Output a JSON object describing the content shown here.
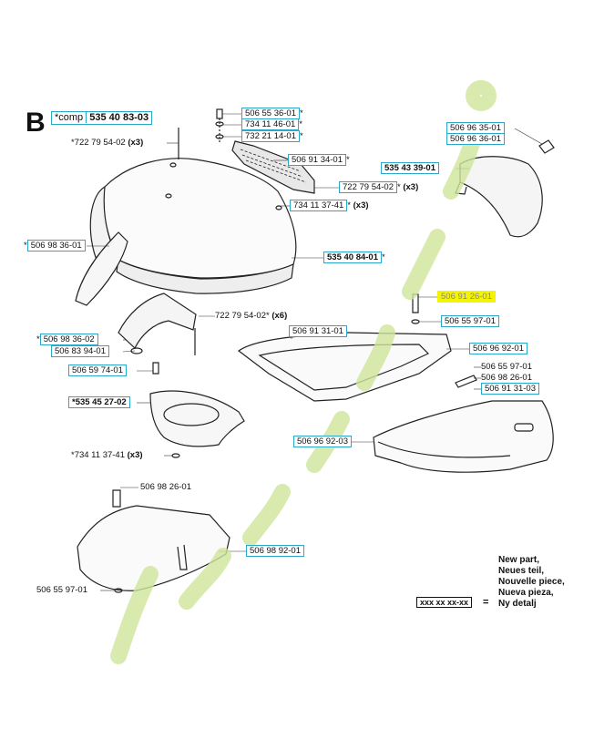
{
  "section": {
    "letter": "B"
  },
  "comp": {
    "prefix": "*comp",
    "number": "535 40 83-03"
  },
  "labels": {
    "l1": "506 55 36-01",
    "l1s": "*",
    "l2": "734 11 46-01",
    "l2s": "*",
    "l3": "732 21 14-01",
    "l3s": "*",
    "l4": "506 91 34-01",
    "l4s": "*",
    "l5": "722 79 54-02",
    "l5s": "*",
    "l5q": "(x3)",
    "l6": "734 11 37-41",
    "l6s": "*",
    "l6q": "(x3)",
    "l7": "*722 79 54-02",
    "l7q": "(x3)",
    "l8pre": "*",
    "l8": "506 98 36-01",
    "l9": "535 40 84-01",
    "l9s": "*",
    "l10": "506 96 35-01",
    "l11": "506 96 36-01",
    "l12": "535 43 39-01",
    "l13": "506 91 26-01",
    "l14": "506 55 97-01",
    "l15": "722 79 54-02",
    "l15s": "*",
    "l15q": "(x6)",
    "l16": "506 91 31-01",
    "l17pre": "*",
    "l17": "506 98 36-02",
    "l18": "506 83 94-01",
    "l19": "506 96 92-01",
    "l20": "506 59 74-01",
    "l21": "506 55 97-01",
    "l22": "506 98 26-01",
    "l23": "506 91 31-03",
    "l24": "*535 45 27-02",
    "l25": "506 96 92-03",
    "l26": "*734 11 37-41",
    "l26q": "(x3)",
    "l27": "506 98 26-01",
    "l28": "506 98 92-01",
    "l29": "506 55 97-01"
  },
  "legend": {
    "lines": [
      "New part,",
      "Neues teil,",
      "Nouvelle piece,",
      "Nueva pieza,",
      "Ny detalj"
    ],
    "code": "xxx xx xx-xx",
    "equals": "="
  },
  "colors": {
    "label_border": "#2aa7c9",
    "highlight": "#f4f400",
    "watermark": "#cfe69a"
  }
}
